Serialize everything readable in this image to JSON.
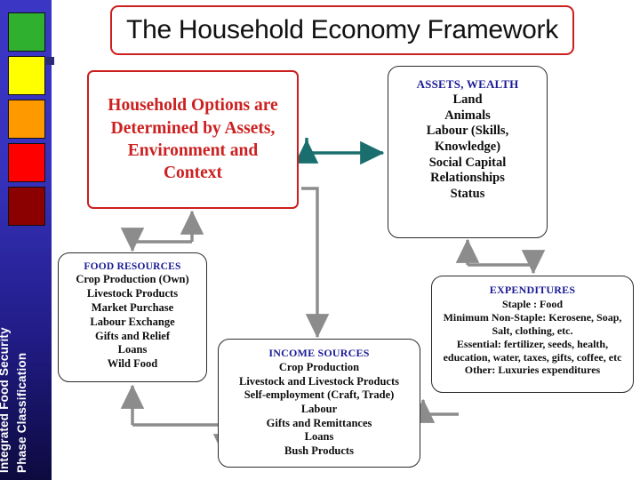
{
  "sidebar": {
    "swatches": [
      {
        "name": "phase-1",
        "color": "#2fb02f"
      },
      {
        "name": "phase-2",
        "color": "#ffff00"
      },
      {
        "name": "phase-3",
        "color": "#ff9900"
      },
      {
        "name": "phase-4",
        "color": "#fe0000"
      },
      {
        "name": "phase-5",
        "color": "#8b0000"
      }
    ],
    "label_line1": "Integrated Food Security",
    "label_line2": "Phase Classification"
  },
  "title": {
    "text": "The Household Economy Framework",
    "border_color": "#cc1f1f"
  },
  "boxes": {
    "options": {
      "text": "Household Options are Determined by Assets, Environment and Context",
      "color": "#cc2020"
    },
    "assets": {
      "header": "ASSETS, WEALTH",
      "items": [
        "Land",
        "Animals",
        "Labour (Skills,",
        "Knowledge)",
        "Social Capital",
        "Relationships",
        "Status"
      ]
    },
    "food_resources": {
      "header": "FOOD RESOURCES",
      "items": [
        "Crop Production (Own)",
        "Livestock Products",
        "Market Purchase",
        "Labour Exchange",
        "Gifts and Relief",
        "Loans",
        "Wild Food"
      ]
    },
    "income_sources": {
      "header": "INCOME SOURCES",
      "items": [
        "Crop Production",
        "Livestock and Livestock Products",
        "Self-employment (Craft, Trade)",
        "Labour",
        "Gifts and Remittances",
        "Loans",
        "Bush Products"
      ]
    },
    "expenditures": {
      "header": "EXPENDITURES",
      "items": [
        "Staple : Food",
        "Minimum Non-Staple: Kerosene, Soap,",
        "Salt, clothing, etc.",
        "Essential: fertilizer, seeds, health,",
        "education, water, taxes, gifts, coffee, etc",
        "Other: Luxuries expenditures"
      ]
    }
  },
  "connectors": {
    "options_assets": {
      "name": "options-to-assets-arrow",
      "color": "#1a6e6e",
      "style": "double-headed"
    },
    "options_food": {
      "name": "options-to-food-arrow",
      "color": "#8c8c8c",
      "style": "double-headed"
    },
    "options_income": {
      "name": "options-to-income-arrow",
      "color": "#8c8c8c",
      "style": "single-headed"
    },
    "assets_expenditures": {
      "name": "assets-to-expenditures-arrow",
      "color": "#8c8c8c",
      "style": "double-headed"
    },
    "food_income": {
      "name": "food-to-income-arrow",
      "color": "#8c8c8c",
      "style": "double-headed"
    },
    "expenditures_income": {
      "name": "expenditures-to-income-arrow",
      "color": "#8c8c8c",
      "style": "single-headed"
    }
  }
}
